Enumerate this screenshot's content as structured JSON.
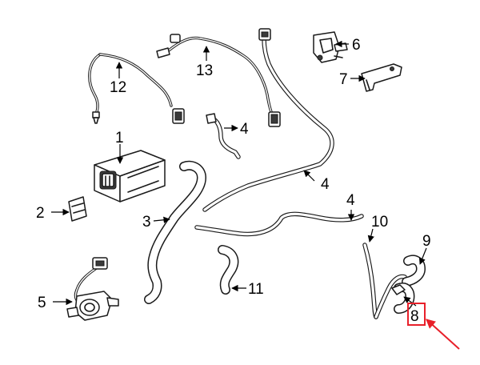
{
  "callouts": {
    "c1": "1",
    "c2": "2",
    "c3": "3",
    "c4a": "4",
    "c4b": "4",
    "c4c": "4",
    "c5": "5",
    "c6": "6",
    "c7": "7",
    "c8": "8",
    "c9": "9",
    "c10": "10",
    "c11": "11",
    "c12": "12",
    "c13": "13"
  },
  "colors": {
    "line": "#1a1a1a",
    "highlight_box": "#e8202a",
    "pointer_arrow": "#e8202a"
  }
}
